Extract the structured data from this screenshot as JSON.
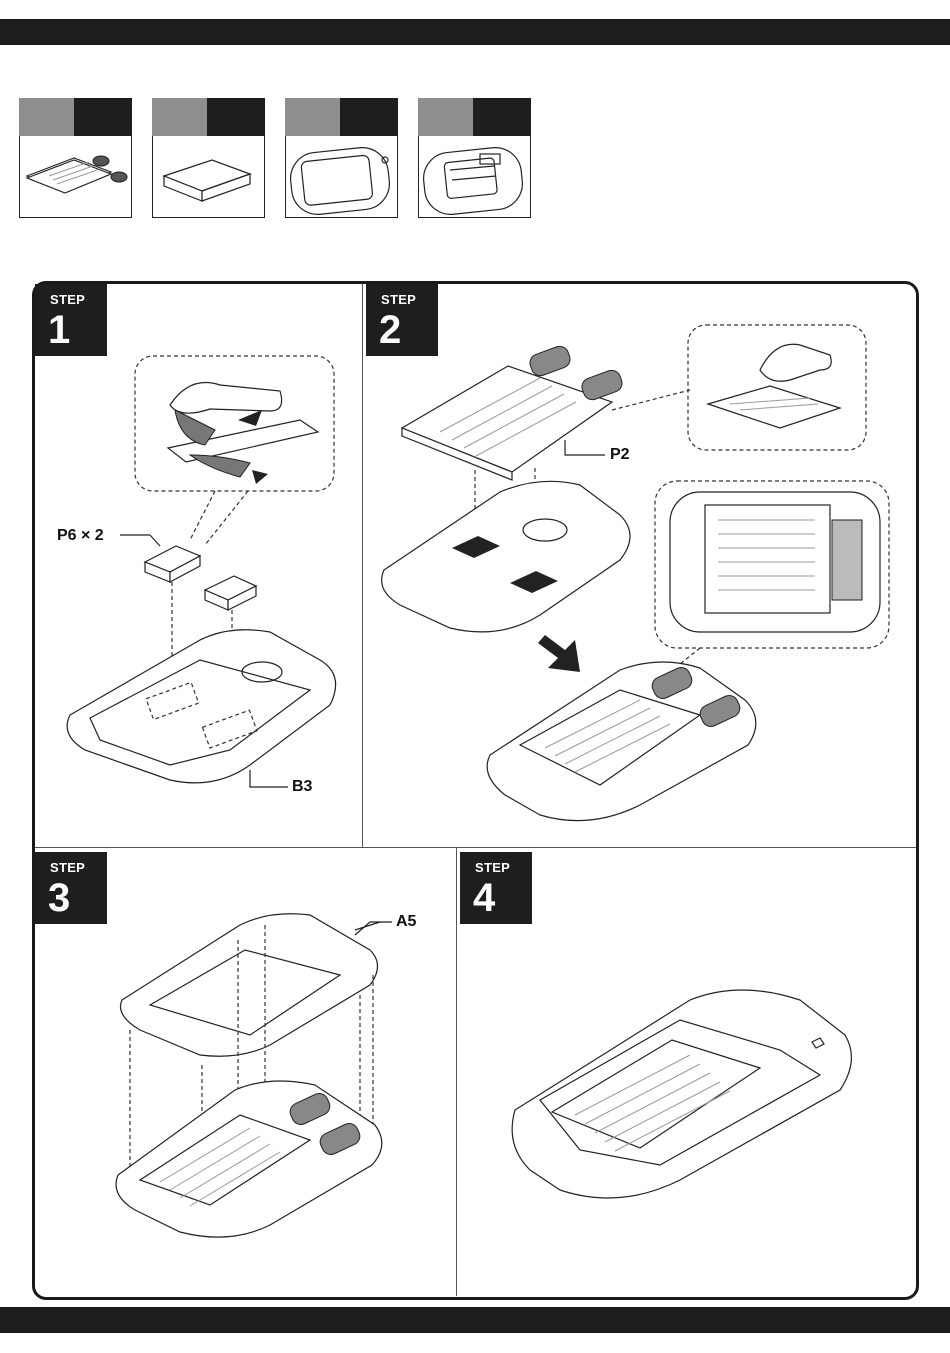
{
  "parts": [
    {
      "id": "part-battery",
      "label_left": "",
      "label_right": "",
      "icon": "battery-pack-icon"
    },
    {
      "id": "part-foam",
      "label_left": "",
      "label_right": "",
      "icon": "foam-pad-icon"
    },
    {
      "id": "part-cover-frame",
      "label_left": "",
      "label_right": "",
      "icon": "cover-frame-icon"
    },
    {
      "id": "part-base-tray",
      "label_left": "",
      "label_right": "",
      "icon": "base-tray-icon"
    }
  ],
  "steps": [
    {
      "label": "STEP",
      "number": "1"
    },
    {
      "label": "STEP",
      "number": "2"
    },
    {
      "label": "STEP",
      "number": "3"
    },
    {
      "label": "STEP",
      "number": "4"
    }
  ],
  "callouts": {
    "p6": "P6 × 2",
    "b3": "B3",
    "p2": "P2",
    "a5": "A5"
  },
  "colors": {
    "header_bar": "#1e1e1e",
    "part_header_grey": "#8e8e8e",
    "part_header_dark": "#1e1e1e"
  }
}
